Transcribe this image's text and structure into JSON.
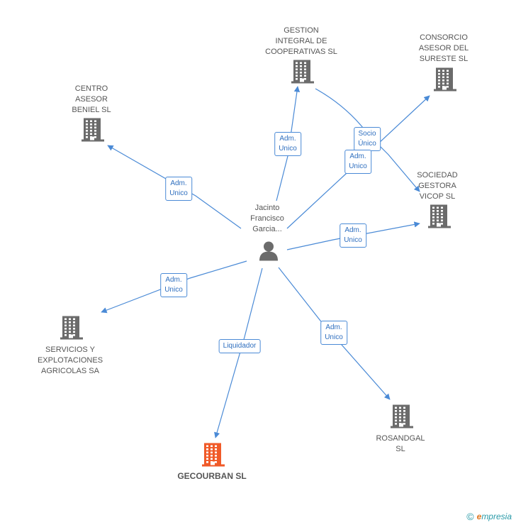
{
  "center": {
    "name_lines": [
      "Jacinto",
      "Francisco",
      "Garcia..."
    ]
  },
  "companies": [
    {
      "id": "gestion",
      "lines": [
        "GESTION",
        "INTEGRAL DE",
        "COOPERATIVAS SL"
      ],
      "color": "#6b6b6b"
    },
    {
      "id": "consorcio",
      "lines": [
        "CONSORCIO",
        "ASESOR DEL",
        "SURESTE SL"
      ],
      "color": "#6b6b6b"
    },
    {
      "id": "centro",
      "lines": [
        "CENTRO",
        "ASESOR",
        "BENIEL SL"
      ],
      "color": "#6b6b6b"
    },
    {
      "id": "sociedad",
      "lines": [
        "SOCIEDAD",
        "GESTORA",
        "VICOP SL"
      ],
      "color": "#6b6b6b"
    },
    {
      "id": "servicios",
      "lines": [
        "SERVICIOS Y",
        "EXPLOTACIONES",
        "AGRICOLAS SA"
      ],
      "color": "#6b6b6b"
    },
    {
      "id": "rosandgal",
      "lines": [
        "ROSANDGAL",
        "SL"
      ],
      "color": "#6b6b6b"
    },
    {
      "id": "gecourban",
      "lines": [
        "GECOURBAN SL"
      ],
      "color": "#f05a28",
      "main": true
    }
  ],
  "relations": [
    {
      "id": "r-gestion",
      "lines": [
        "Adm.",
        "Unico"
      ]
    },
    {
      "id": "r-socio",
      "lines": [
        "Socio",
        "Único"
      ]
    },
    {
      "id": "r-consorcio",
      "lines": [
        "Adm.",
        "Unico"
      ]
    },
    {
      "id": "r-centro",
      "lines": [
        "Adm.",
        "Unico"
      ]
    },
    {
      "id": "r-sociedad",
      "lines": [
        "Adm.",
        "Unico"
      ]
    },
    {
      "id": "r-servicios",
      "lines": [
        "Adm.",
        "Unico"
      ]
    },
    {
      "id": "r-rosandgal",
      "lines": [
        "Adm.",
        "Unico"
      ]
    },
    {
      "id": "r-gecourban",
      "lines": [
        "Liquidador"
      ]
    }
  ],
  "footer": {
    "copyright": "©",
    "brand_initial": "e",
    "brand_rest": "mpresia"
  },
  "colors": {
    "edge": "#4a8ad6",
    "building": "#6b6b6b",
    "highlight": "#f05a28"
  }
}
